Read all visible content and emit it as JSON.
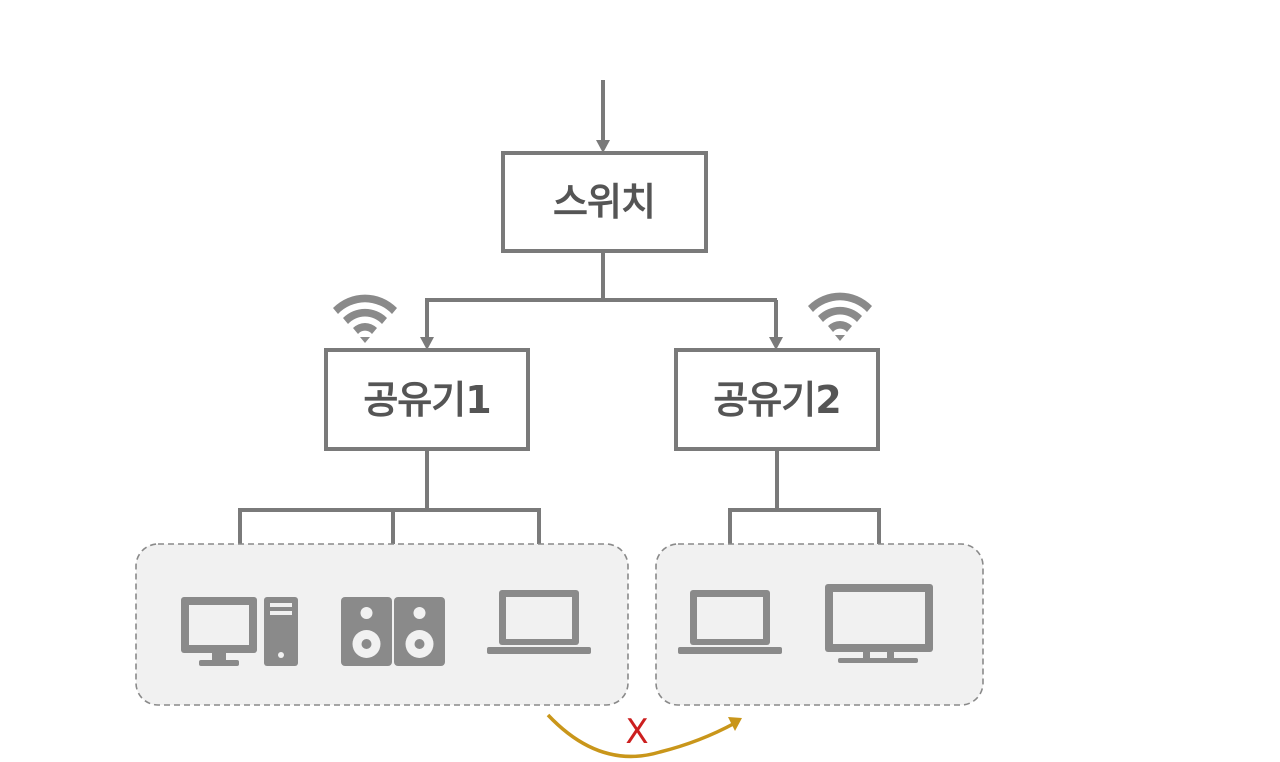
{
  "nodes": {
    "switch_label": "스위치",
    "router1_label": "공유기1",
    "router2_label": "공유기2"
  },
  "groups": {
    "group1_devices": [
      "desktop-tower-icon",
      "speakers-icon",
      "laptop-icon"
    ],
    "group2_devices": [
      "laptop-icon",
      "monitor-icon"
    ]
  },
  "blocked_marker": "X",
  "colors": {
    "line": "#7a7a7a",
    "group_fill": "#f1f1f1",
    "blocked": "#cc1f1f",
    "curve": "#c9961a"
  }
}
